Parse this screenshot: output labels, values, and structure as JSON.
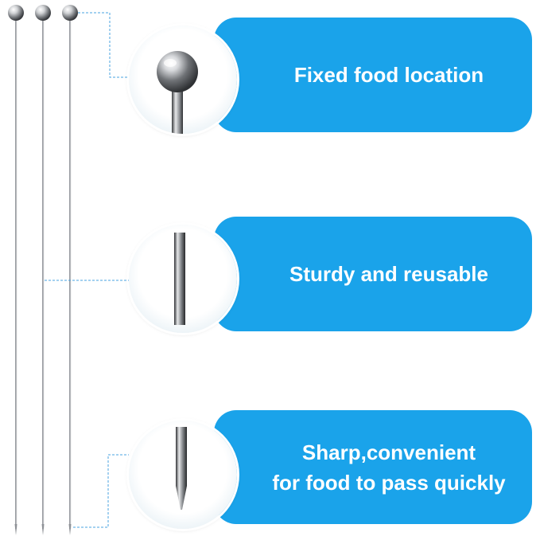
{
  "features": [
    {
      "label": "Fixed food location",
      "icon": "ball-head-icon"
    },
    {
      "label": "Sturdy and reusable",
      "icon": "shaft-icon"
    },
    {
      "label": "Sharp,convenient\nfor food to pass quickly",
      "icon": "needle-tip-icon"
    }
  ],
  "colors": {
    "accent": "#1aa3ea",
    "leader_line": "#4aa3e0",
    "metal": "#b9bcc1"
  }
}
